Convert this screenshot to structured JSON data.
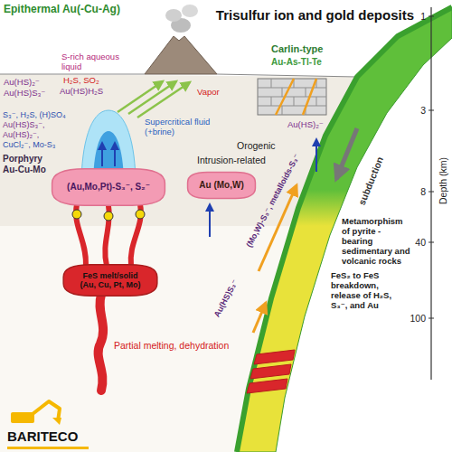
{
  "diagram": {
    "title": "Trisulfur ion and gold deposits",
    "nodes": [
      {
        "text": [
          "(Au,Mo,Pt)-S₃⁻, S₂⁻"
        ]
      },
      {
        "text": [
          "FeS melt/solid (Au, Cu, Pt, Mo)"
        ]
      },
      {
        "text": [
          "Au (Mo,W)"
        ]
      }
    ],
    "labels": [
      "Epithermal Au(-Cu-Ag)",
      "Au(HS)₂⁻",
      "Au(HS)S₃⁻",
      "S-rich aqueous liquid",
      "H₂S, SO₂",
      "Vapor",
      "Au(HS)H₂S",
      "S₃⁻, H₂S, (H)SO₄",
      "Au(HS)S₃⁻,",
      "Au(HS)₂⁻,",
      "CuCl₂⁻, Mo-S₃",
      "Porphyry Au-Cu-Mo",
      "Supercritical fluid (+brine)",
      "Carlin-type",
      "Au-As-Tl-Te",
      "Au(HS)₂⁻",
      "Orogenic",
      "Intrusion-related",
      "(Mo,W)-S₃⁻, metalloids-S₃⁻",
      "subduction",
      "Au(HS)S₃⁻",
      "Metamorphism of pyrite - bearing sedimentary and volcanic rocks",
      "FeS₂ to FeS breakdown, release of H₂S, S₃⁻, and Au",
      "Partial melting, dehydration",
      "1",
      "3",
      "8",
      "40",
      "100",
      "Depth (km)",
      "BARITECO"
    ]
  }
}
